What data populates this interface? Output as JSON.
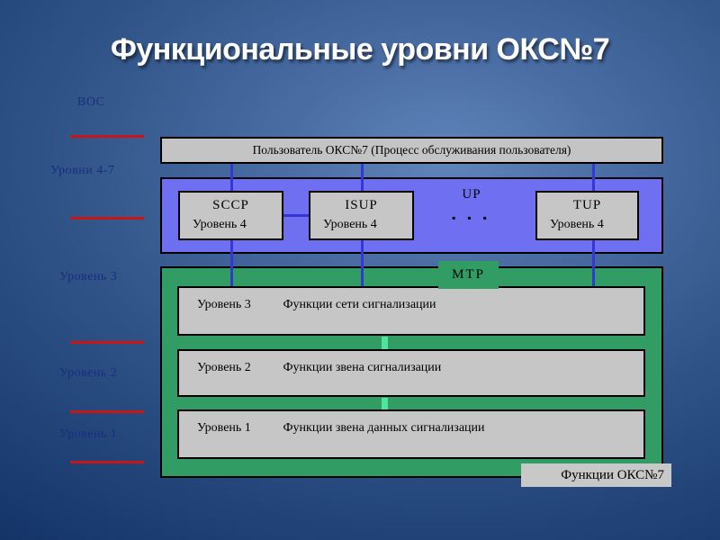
{
  "slide": {
    "title": "Функциональные уровни ОКС№7"
  },
  "left_labels": [
    "ВОС",
    "Уровни 4-7",
    "Уровень 3",
    "Уровень 2",
    "Уровень 1"
  ],
  "diagram": {
    "user_box": "Пользователь ОКС№7 (Процесс обслуживания пользователя)",
    "level4_boxes": [
      {
        "name": "SCCP",
        "level": "Уровень 4"
      },
      {
        "name": "ISUP",
        "level": "Уровень 4"
      },
      {
        "name": "TUP",
        "level": "Уровень 4"
      }
    ],
    "up_label": "UP",
    "up_ellipsis": "▪ ▪ ▪",
    "mtp_label": "МТР",
    "mtp_boxes": [
      {
        "level": "Уровень 3",
        "description": "Функции сети сигнализации"
      },
      {
        "level": "Уровень 2",
        "description": "Функции звена сигнализации"
      },
      {
        "level": "Уровень 1",
        "description": "Функции звена данных сигнализации"
      }
    ],
    "footer_label": "Функции ОКС№7"
  },
  "colors": {
    "background_navy": "#0d2a5b",
    "title_white": "#ffffff",
    "rail_label_navy": "#1b2d80",
    "separator_red": "#c81616",
    "box_blue": "#6f6ff2",
    "box_green": "#319c63",
    "box_gray": "#c6c6c6",
    "connector_blue": "#3437d6",
    "dash_mint": "#4fe39b"
  }
}
